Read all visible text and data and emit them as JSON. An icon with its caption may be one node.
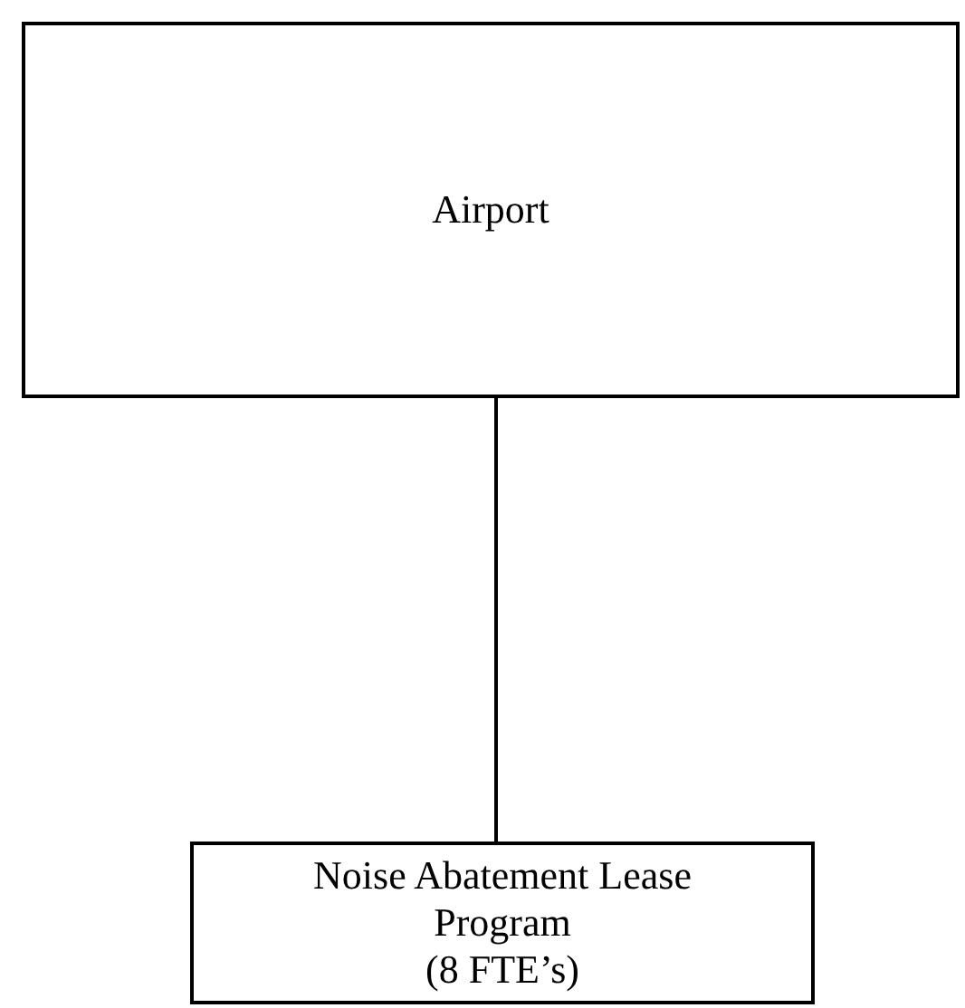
{
  "diagram": {
    "nodes": [
      {
        "text": [
          "Airport"
        ]
      },
      {
        "text": [
          "Noise Abatement Lease Program",
          "(8 FTE’s)"
        ]
      }
    ],
    "edges": [
      {
        "from": 0,
        "to": 1,
        "arrow": "none"
      }
    ]
  }
}
